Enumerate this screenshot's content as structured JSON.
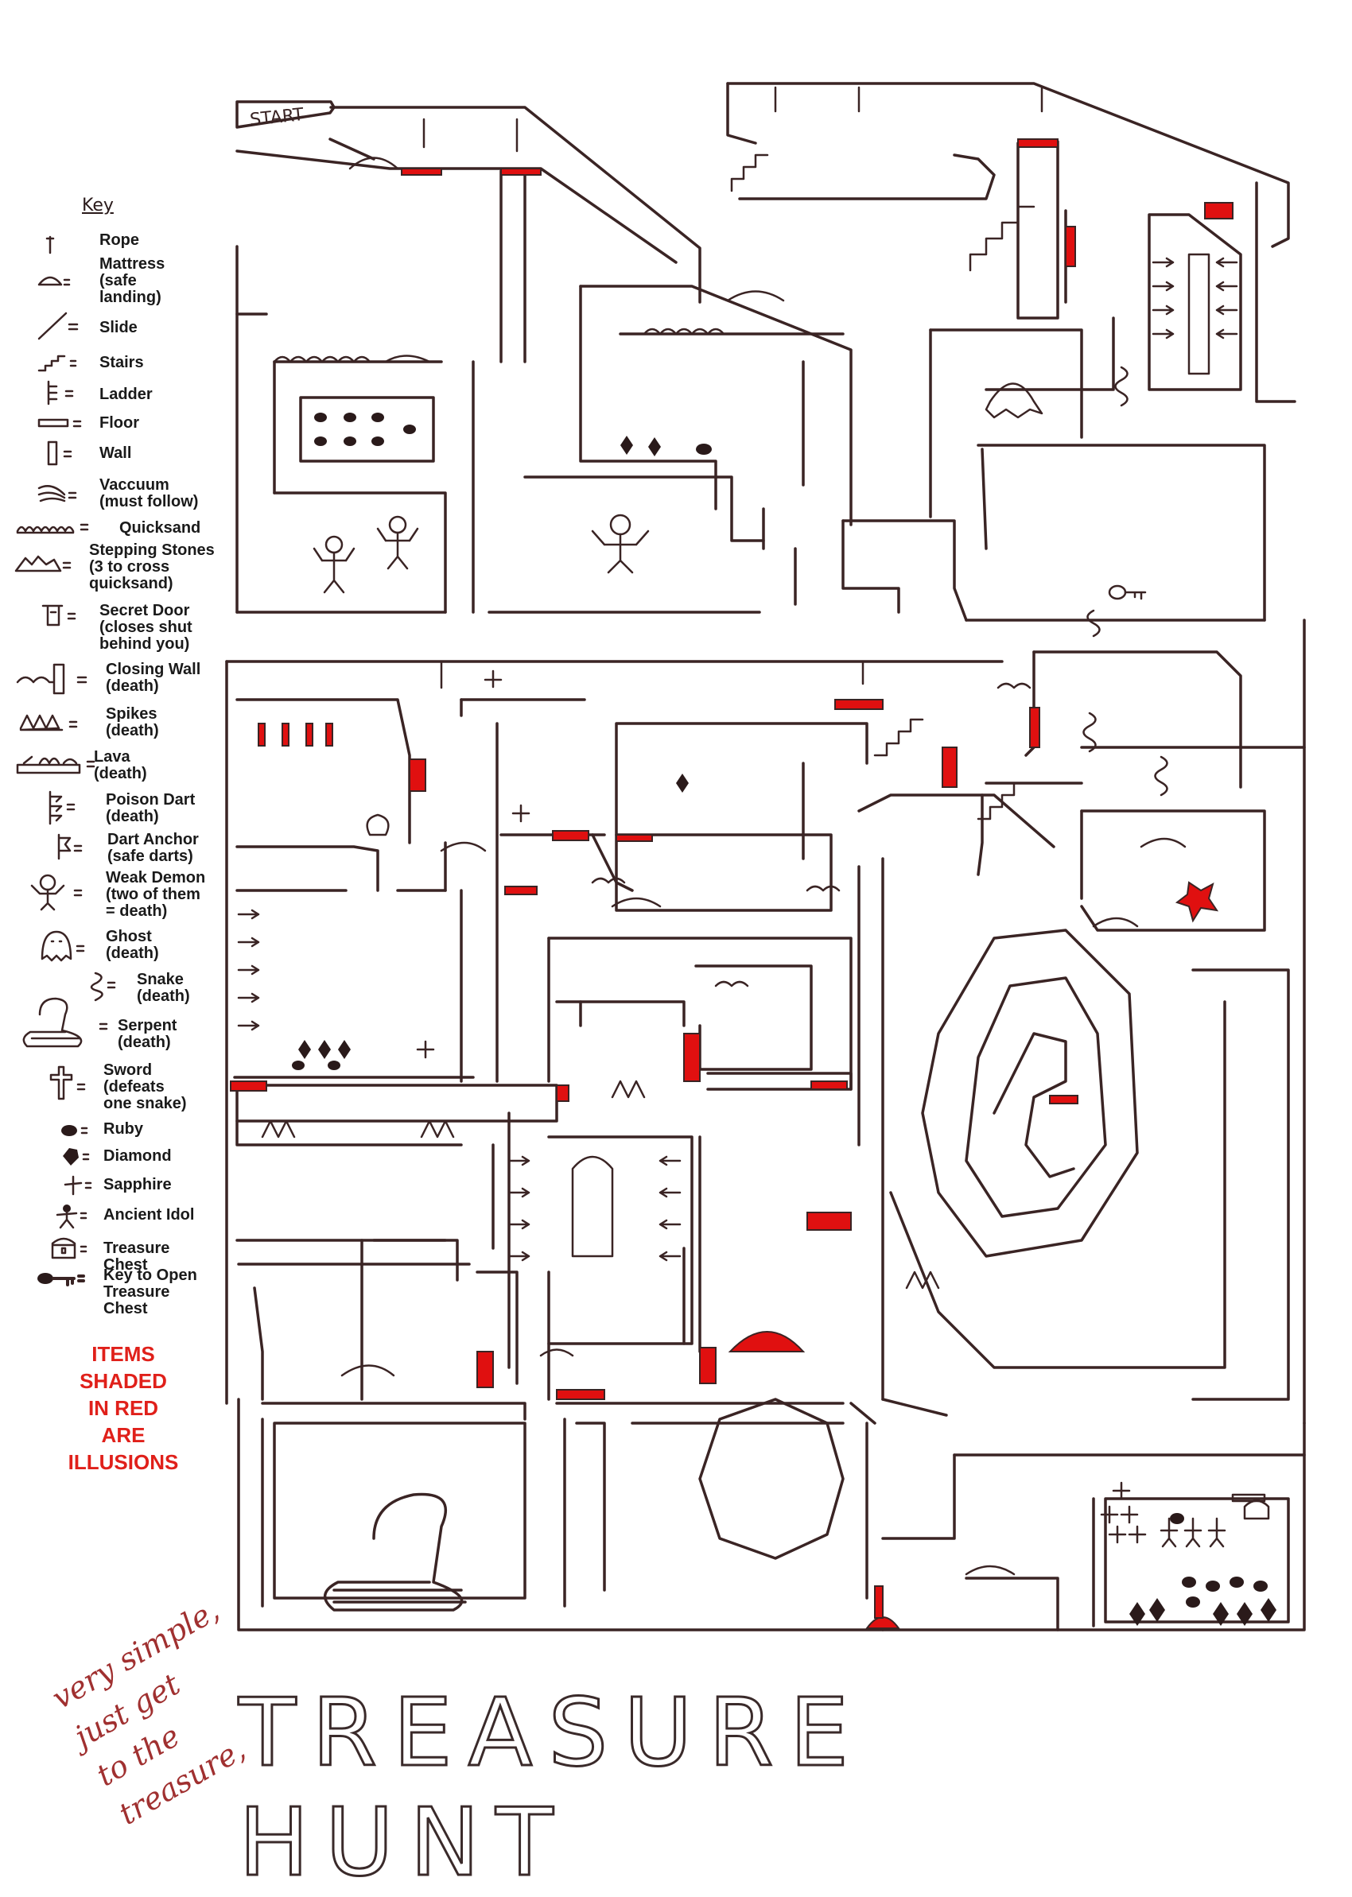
{
  "key": {
    "heading": "Key",
    "items": [
      {
        "icon": "rope-icon",
        "label": "Rope"
      },
      {
        "icon": "mattress-icon",
        "label": "Mattress\n(safe\nlanding)"
      },
      {
        "icon": "slide-icon",
        "label": "Slide"
      },
      {
        "icon": "stairs-icon",
        "label": "Stairs"
      },
      {
        "icon": "ladder-icon",
        "label": "Ladder"
      },
      {
        "icon": "floor-icon",
        "label": "Floor"
      },
      {
        "icon": "wall-icon",
        "label": "Wall"
      },
      {
        "icon": "vacuum-icon",
        "label": "Vaccuum\n(must follow)"
      },
      {
        "icon": "quicksand-icon",
        "label": "Quicksand"
      },
      {
        "icon": "stepping-stones-icon",
        "label": "Stepping Stones\n(3 to cross\nquicksand)"
      },
      {
        "icon": "secret-door-icon",
        "label": "Secret Door\n(closes shut\nbehind you)"
      },
      {
        "icon": "closing-wall-icon",
        "label": "Closing Wall\n(death)"
      },
      {
        "icon": "spikes-icon",
        "label": "Spikes\n(death)"
      },
      {
        "icon": "lava-icon",
        "label": "Lava\n(death)"
      },
      {
        "icon": "poison-dart-icon",
        "label": "Poison Dart\n(death)"
      },
      {
        "icon": "dart-anchor-icon",
        "label": "Dart Anchor\n(safe darts)"
      },
      {
        "icon": "weak-demon-icon",
        "label": "Weak Demon\n(two of them\n= death)"
      },
      {
        "icon": "ghost-icon",
        "label": "Ghost\n(death)"
      },
      {
        "icon": "snake-icon",
        "label": "Snake\n(death)"
      },
      {
        "icon": "serpent-icon",
        "label": "Serpent\n(death)"
      },
      {
        "icon": "sword-icon",
        "label": "Sword\n(defeats\none snake)"
      },
      {
        "icon": "ruby-icon",
        "label": "Ruby"
      },
      {
        "icon": "diamond-icon",
        "label": "Diamond"
      },
      {
        "icon": "sapphire-icon",
        "label": "Sapphire"
      },
      {
        "icon": "ancient-idol-icon",
        "label": "Ancient Idol"
      },
      {
        "icon": "treasure-chest-icon",
        "label": "Treasure Chest"
      },
      {
        "icon": "key-icon",
        "label": "Key to Open\nTreasure Chest"
      }
    ]
  },
  "notice": "ITEMS\nSHADED\nIN RED\nARE\nILLUSIONS",
  "handnote": "very simple,\njust get\nto the\ntreasure,",
  "start_label": "START",
  "title": "TREASURE HUNT",
  "colors": {
    "ink": "#3a2424",
    "illusion_red": "#e01010",
    "notice_red": "#e0201a"
  }
}
